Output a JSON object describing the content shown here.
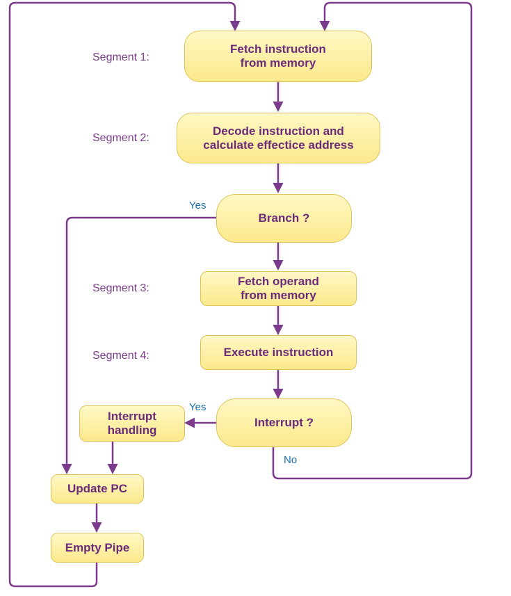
{
  "segments": {
    "s1": "Segment 1:",
    "s2": "Segment 2:",
    "s3": "Segment 3:",
    "s4": "Segment 4:"
  },
  "boxes": {
    "fetch_instruction": "Fetch instruction\nfrom memory",
    "decode_instruction": "Decode instruction and\ncalculate effectice address",
    "branch": "Branch ?",
    "fetch_operand": "Fetch operand\nfrom memory",
    "execute": "Execute instruction",
    "interrupt": "Interrupt ?",
    "interrupt_handling": "Interrupt\nhandling",
    "update_pc": "Update PC",
    "empty_pipe": "Empty Pipe"
  },
  "labels": {
    "branch_yes": "Yes",
    "interrupt_yes": "Yes",
    "interrupt_no": "No"
  },
  "colors": {
    "line": "#7b3a8c",
    "box_fill_top": "#fff8c4",
    "box_fill_bottom": "#fbe98c",
    "box_border": "#e0c25a",
    "segment_text": "#7a3a8a",
    "branch_label": "#1a6fae"
  }
}
